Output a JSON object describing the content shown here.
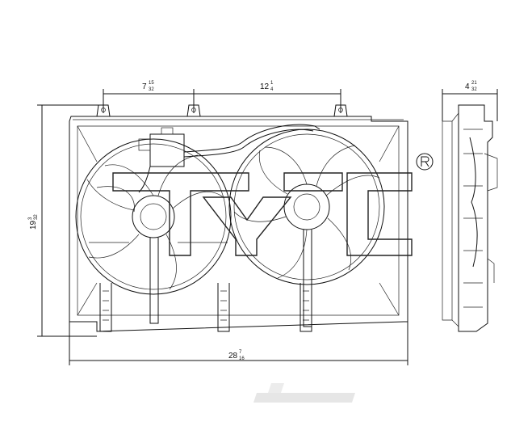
{
  "dimensions": {
    "top_left": {
      "whole": "7",
      "num": "15",
      "den": "32"
    },
    "top_center": {
      "whole": "12",
      "num": "1",
      "den": "4"
    },
    "top_right": {
      "whole": "4",
      "num": "21",
      "den": "32"
    },
    "left_height": {
      "whole": "19",
      "num": "3",
      "den": "32"
    },
    "bottom_width": {
      "whole": "28",
      "num": "7",
      "den": "16"
    }
  },
  "colors": {
    "line": "#111111",
    "watermark": "#e6e6e6"
  },
  "icons": {
    "registered": "registered-mark-icon",
    "brand_logo": "tyc-logo-icon",
    "watermark": "watermark-logo-icon"
  }
}
